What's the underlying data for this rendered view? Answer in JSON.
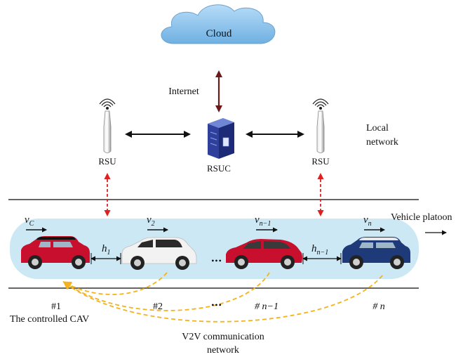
{
  "cloud_label": "Cloud",
  "internet_label": "Internet",
  "rsu_left_label": "RSU",
  "rsu_right_label": "RSU",
  "rsuc_label": "RSUC",
  "local_network": {
    "line1": "Local",
    "line2": "network"
  },
  "platoon_label": "Vehicle platoon",
  "velocities": {
    "vc_base": "v",
    "vc_sub": "C",
    "v2_base": "v",
    "v2_sub": "2",
    "vn1_base": "v",
    "vn1_sub": "n−1",
    "vn_base": "v",
    "vn_sub": "n"
  },
  "headways": {
    "h1_base": "h",
    "h1_sub": "1",
    "hn1_base": "h",
    "hn1_sub": "n−1"
  },
  "ellipsis_road": "•••",
  "ellipsis_label": "•••",
  "vehicle_numbers": {
    "n1": "#1",
    "n2": "#2",
    "nn1": "# n−1",
    "nn": "# n"
  },
  "controlled_cav": "The controlled CAV",
  "v2v": {
    "line1": "V2V communication",
    "line2": "network"
  },
  "colors": {
    "cloud": "#8fc3ec",
    "platoon_band": "#cde8f5",
    "internet_arrow": "#6b1a1a",
    "rsu_link_arrow": "#e02020",
    "v2v_arrow": "#f5b21a",
    "car_red": "#c8102e",
    "car_white": "#f2f2f2",
    "car_blue": "#1e3a78"
  },
  "icons": [
    "cloud-icon",
    "rsu-antenna-icon",
    "rsuc-server-icon",
    "car-icon"
  ]
}
